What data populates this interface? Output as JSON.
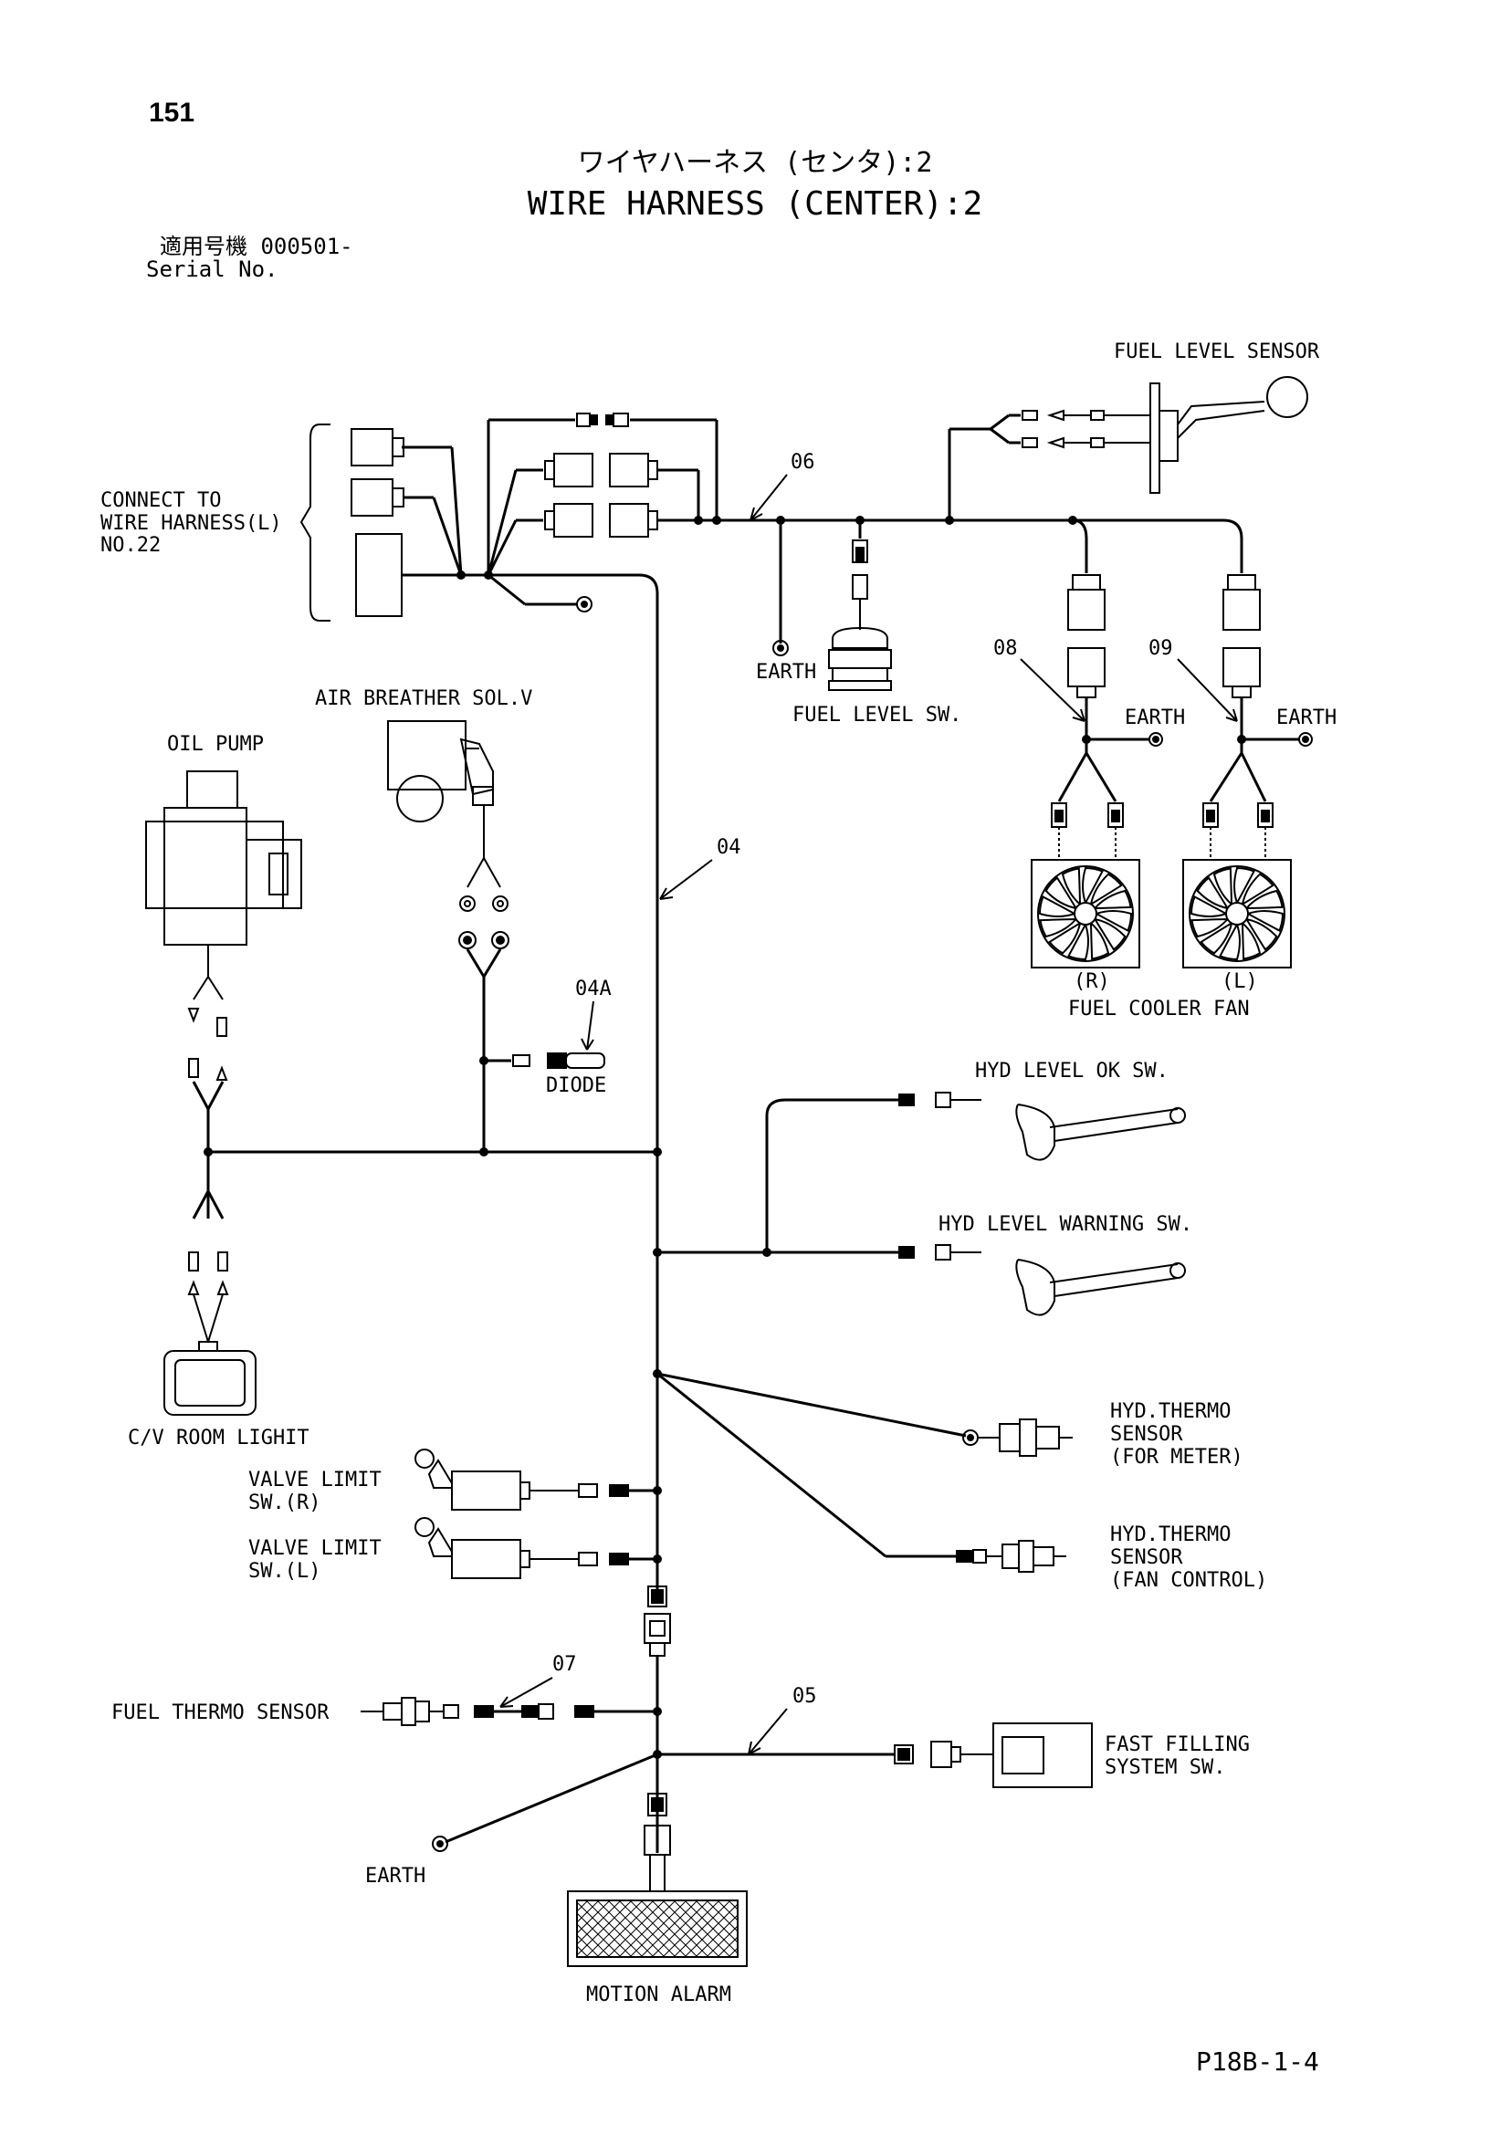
{
  "page_number": "151",
  "title_jp": "ワイヤハーネス (センタ):2",
  "title_en": "WIRE HARNESS (CENTER):2",
  "serial_jp": "適用号機  000501-",
  "serial_en": "Serial No.",
  "doc_code": "P18B-1-4",
  "labels": {
    "connect_to": "CONNECT TO",
    "connect_to_2": "WIRE HARNESS(L)",
    "connect_to_3": "NO.22",
    "fuel_level_sensor": "FUEL LEVEL SENSOR",
    "earth_top": "EARTH",
    "fuel_level_sw": "FUEL LEVEL SW.",
    "air_breather": "AIR BREATHER SOL.V",
    "oil_pump": "OIL PUMP",
    "earth_08": "EARTH",
    "earth_09": "EARTH",
    "fan_r": "(R)",
    "fan_l": "(L)",
    "fuel_cooler_fan": "FUEL COOLER FAN",
    "diode": "DIODE",
    "hyd_level_ok": "HYD LEVEL OK SW.",
    "hyd_level_warning": "HYD LEVEL WARNING SW.",
    "cv_room_light": "C/V ROOM LIGHIT",
    "hyd_thermo_meter_1": "HYD.THERMO",
    "hyd_thermo_meter_2": "SENSOR",
    "hyd_thermo_meter_3": "(FOR METER)",
    "hyd_thermo_fan_1": "HYD.THERMO",
    "hyd_thermo_fan_2": "SENSOR",
    "hyd_thermo_fan_3": "(FAN CONTROL)",
    "valve_limit_r_1": "VALVE LIMIT",
    "valve_limit_r_2": "SW.(R)",
    "valve_limit_l_1": "VALVE LIMIT",
    "valve_limit_l_2": "SW.(L)",
    "fuel_thermo_sensor": "FUEL THERMO SENSOR",
    "fast_filling_1": "FAST FILLING",
    "fast_filling_2": "SYSTEM SW.",
    "earth_bottom": "EARTH",
    "motion_alarm": "MOTION ALARM"
  },
  "callouts": {
    "c06": "06",
    "c04": "04",
    "c04a": "04A",
    "c08": "08",
    "c09": "09",
    "c07": "07",
    "c05": "05"
  }
}
